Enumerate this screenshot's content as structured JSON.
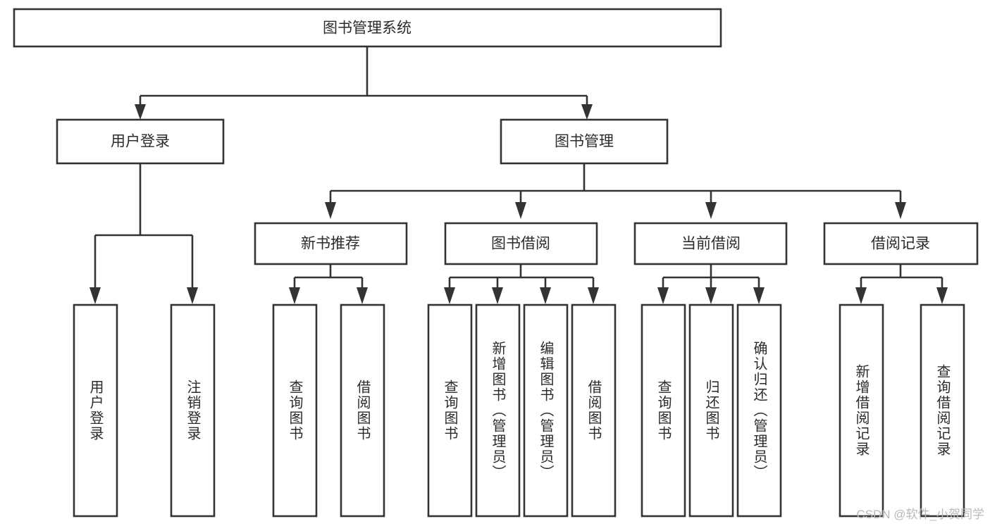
{
  "diagram": {
    "title": "图书管理系统",
    "type": "tree-hierarchy-diagram",
    "watermark": "CSDN @软件_小贺同学",
    "colors": {
      "stroke": "#333333",
      "fill": "#ffffff",
      "text": "#2b2b2b",
      "watermark": "#b9b9b9"
    },
    "nodes": {
      "root": {
        "label": "图书管理系统"
      },
      "level2": [
        {
          "label": "用户登录"
        },
        {
          "label": "图书管理"
        }
      ],
      "level3": [
        {
          "label": "新书推荐"
        },
        {
          "label": "图书借阅"
        },
        {
          "label": "当前借阅"
        },
        {
          "label": "借阅记录"
        }
      ],
      "leaves_user_login": [
        {
          "label": "用户登录"
        },
        {
          "label": "注销登录"
        }
      ],
      "leaves_new_book": [
        {
          "label": "查询图书"
        },
        {
          "label": "借阅图书"
        }
      ],
      "leaves_borrow": [
        {
          "label": "查询图书"
        },
        {
          "label": "新增图书（管理员）"
        },
        {
          "label": "编辑图书（管理员）"
        },
        {
          "label": "借阅图书"
        }
      ],
      "leaves_current": [
        {
          "label": "查询图书"
        },
        {
          "label": "归还图书"
        },
        {
          "label": "确认归还（管理员）"
        }
      ],
      "leaves_record": [
        {
          "label": "新增借阅记录"
        },
        {
          "label": "查询借阅记录"
        }
      ]
    }
  }
}
